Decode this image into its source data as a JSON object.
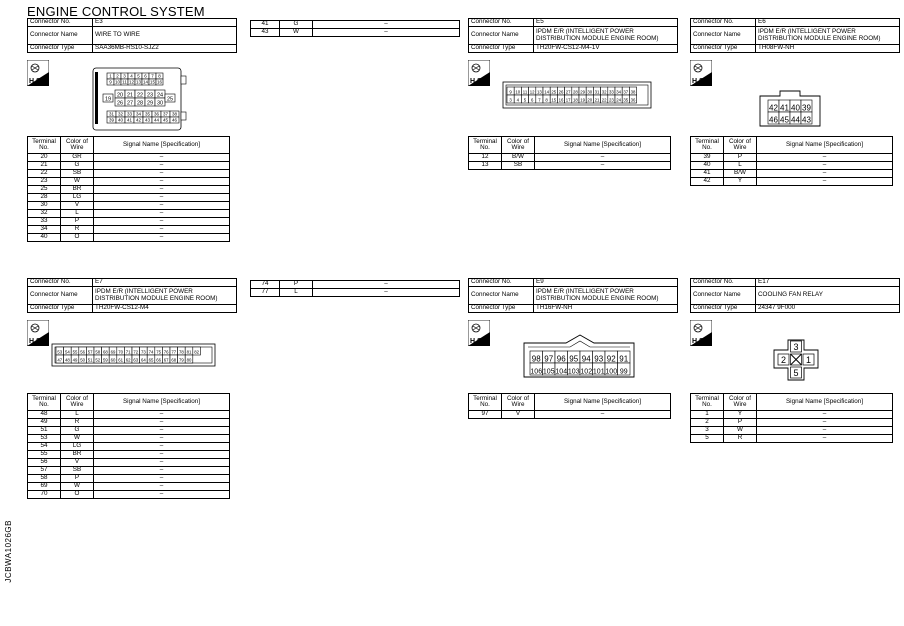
{
  "page": {
    "title": "ENGINE CONTROL SYSTEM",
    "side_code": "JCBWA1026GB"
  },
  "labels": {
    "connector_no": "Connector No.",
    "connector_name": "Connector Name",
    "connector_type": "Connector Type",
    "terminal_no": "Terminal No.",
    "color_of_wire": "Color of Wire",
    "signal_name": "Signal Name [Specification]",
    "hs": "H.S."
  },
  "connectors": [
    {
      "id": "E3",
      "name": "WIRE TO WIRE",
      "type": "SAA36MB-RS10-SJZ2",
      "pins": [
        [
          "20",
          "GR",
          "–"
        ],
        [
          "21",
          "G",
          "–"
        ],
        [
          "22",
          "SB",
          "–"
        ],
        [
          "23",
          "W",
          "–"
        ],
        [
          "25",
          "BR",
          "–"
        ],
        [
          "28",
          "LG",
          "–"
        ],
        [
          "30",
          "V",
          "–"
        ],
        [
          "32",
          "L",
          "–"
        ],
        [
          "33",
          "P",
          "–"
        ],
        [
          "34",
          "R",
          "–"
        ],
        [
          "40",
          "O",
          "–"
        ]
      ],
      "extra": [
        [
          "41",
          "G",
          "–"
        ],
        [
          "43",
          "W",
          "–"
        ]
      ],
      "face": {
        "top": [
          "1",
          "2",
          "3",
          "4",
          "5",
          "6",
          "7",
          "8"
        ],
        "top2": [
          "9",
          "10",
          "11",
          "12",
          "13",
          "14",
          "15",
          "16"
        ],
        "mid1": [
          "20",
          "21",
          "22",
          "23",
          "24"
        ],
        "mid2": [
          "26",
          "27",
          "28",
          "29",
          "30"
        ],
        "left": "19",
        "right": "25",
        "bot1": [
          "31",
          "32",
          "33",
          "34",
          "35",
          "36",
          "37",
          "38"
        ],
        "bot2": [
          "39",
          "40",
          "41",
          "42",
          "43",
          "44",
          "45",
          "46"
        ]
      }
    },
    {
      "id": "E5",
      "name": "IPDM E/R (INTELLIGENT POWER DISTRIBUTION MODULE ENGINE ROOM)",
      "type": "TH20FW-CS12-M4-1V",
      "pins": [
        [
          "12",
          "B/W",
          "–"
        ],
        [
          "13",
          "SB",
          "–"
        ]
      ],
      "face": {
        "row1": [
          "9",
          "10",
          "11",
          "12",
          "13",
          "14",
          "25",
          "26",
          "27",
          "28",
          "29",
          "30",
          "31",
          "32",
          "33",
          "34",
          "37",
          "38"
        ],
        "row2": [
          "3",
          "4",
          "5",
          "6",
          "7",
          "8",
          "15",
          "16",
          "17",
          "18",
          "19",
          "20",
          "21",
          "22",
          "23",
          "24",
          "35",
          "36"
        ]
      }
    },
    {
      "id": "E6",
      "name": "IPDM E/R (INTELLIGENT POWER DISTRIBUTION MODULE ENGINE ROOM)",
      "type": "TH08FW-NH",
      "pins": [
        [
          "39",
          "P",
          "–"
        ],
        [
          "40",
          "L",
          "–"
        ],
        [
          "41",
          "B/W",
          "–"
        ],
        [
          "42",
          "Y",
          "–"
        ]
      ],
      "face": {
        "row1": [
          "42",
          "41",
          "40",
          "39"
        ],
        "row2": [
          "46",
          "45",
          "44",
          "43"
        ]
      }
    },
    {
      "id": "E7",
      "name": "IPDM E/R (INTELLIGENT POWER DISTRIBUTION MODULE ENGINE ROOM)",
      "type": "TH20FW-CS12-M4",
      "pins": [
        [
          "48",
          "L",
          "–"
        ],
        [
          "49",
          "R",
          "–"
        ],
        [
          "51",
          "G",
          "–"
        ],
        [
          "53",
          "W",
          "–"
        ],
        [
          "54",
          "LG",
          "–"
        ],
        [
          "55",
          "BR",
          "–"
        ],
        [
          "56",
          "V",
          "–"
        ],
        [
          "57",
          "SB",
          "–"
        ],
        [
          "58",
          "P",
          "–"
        ],
        [
          "69",
          "W",
          "–"
        ],
        [
          "70",
          "O",
          "–"
        ]
      ],
      "extra": [
        [
          "74",
          "P",
          "–"
        ],
        [
          "77",
          "L",
          "–"
        ]
      ],
      "face": {
        "row1": [
          "53",
          "54",
          "55",
          "56",
          "57",
          "58",
          "68",
          "69",
          "70",
          "71",
          "72",
          "73",
          "74",
          "75",
          "76",
          "77",
          "78",
          "81",
          "82"
        ],
        "row2": [
          "47",
          "48",
          "49",
          "50",
          "51",
          "52",
          "59",
          "60",
          "61",
          "62",
          "63",
          "64",
          "65",
          "66",
          "67",
          "68",
          "79",
          "80"
        ]
      }
    },
    {
      "id": "E9",
      "name": "IPDM E/R (INTELLIGENT POWER DISTRIBUTION MODULE ENGINE ROOM)",
      "type": "TH16FW-NH",
      "pins": [
        [
          "97",
          "V",
          "–"
        ]
      ],
      "face": {
        "row1": [
          "98",
          "97",
          "96",
          "95",
          "94",
          "93",
          "92",
          "91"
        ],
        "row2": [
          "106",
          "105",
          "104",
          "103",
          "102",
          "101",
          "100",
          "99"
        ]
      }
    },
    {
      "id": "E17",
      "name": "COOLING FAN RELAY",
      "type": "24347 9F000",
      "pins": [
        [
          "1",
          "Y",
          "–"
        ],
        [
          "2",
          "P",
          "–"
        ],
        [
          "3",
          "W",
          "–"
        ],
        [
          "5",
          "R",
          "–"
        ]
      ],
      "face": {
        "top": "3",
        "left": "2",
        "right": "1",
        "bottom": "5"
      }
    }
  ]
}
